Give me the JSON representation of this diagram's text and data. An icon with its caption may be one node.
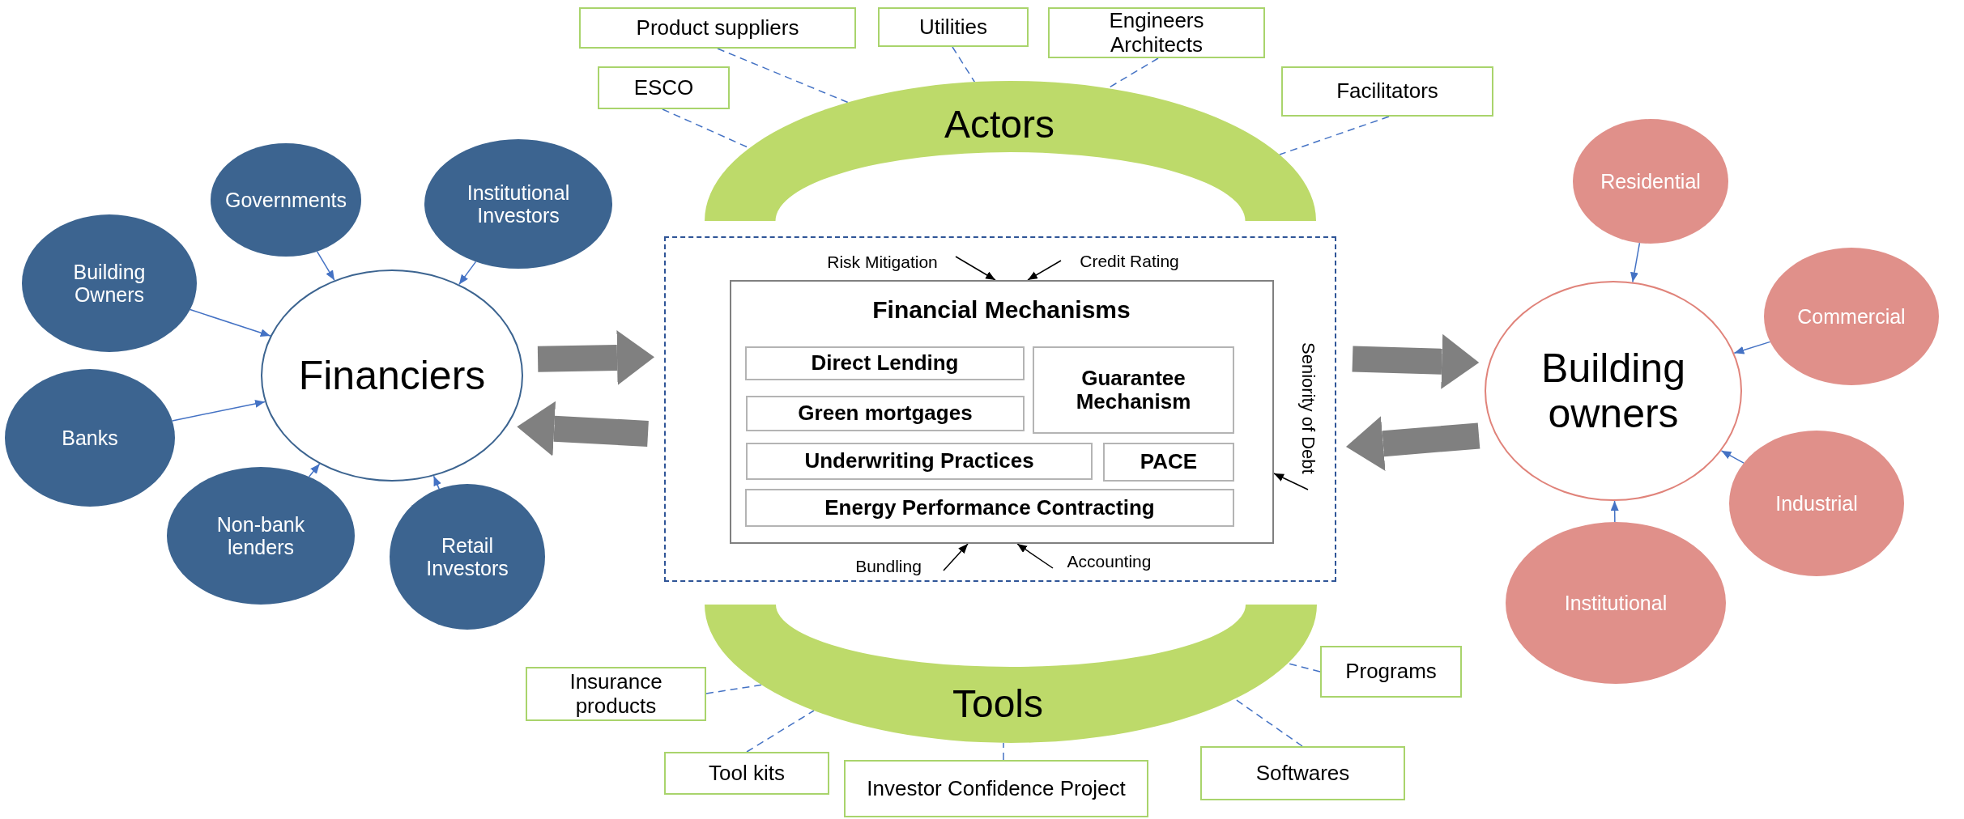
{
  "diagram": {
    "nodes": [
      {
        "text": [
          "Product suppliers"
        ]
      },
      {
        "text": [
          "Utilities"
        ]
      },
      {
        "text": [
          "Engineers Architects"
        ]
      },
      {
        "text": [
          "ESCO"
        ]
      },
      {
        "text": [
          "Facilitators"
        ]
      },
      {
        "text": [
          "Actors"
        ]
      },
      {
        "text": [
          "Governments"
        ]
      },
      {
        "text": [
          "Institutional Investors"
        ]
      },
      {
        "text": [
          "Building Owners"
        ]
      },
      {
        "text": [
          "Financiers"
        ]
      },
      {
        "text": [
          "Banks"
        ]
      },
      {
        "text": [
          "Non-bank lenders"
        ]
      },
      {
        "text": [
          "Retail Investors"
        ]
      },
      {
        "text": [
          "Residential"
        ]
      },
      {
        "text": [
          "Commercial"
        ]
      },
      {
        "text": [
          "Building owners"
        ]
      },
      {
        "text": [
          "Industrial"
        ]
      },
      {
        "text": [
          "Institutional"
        ]
      },
      {
        "text": [],
        "shape": "box"
      },
      {
        "text": [
          "Risk Mitigation"
        ],
        "in": 18
      },
      {
        "text": [
          "Credit Rating"
        ],
        "in": 18
      },
      {
        "text": [
          "Financial Mechanisms"
        ],
        "in": 18
      },
      {
        "text": [
          "Direct Lending"
        ],
        "in": 21
      },
      {
        "text": [
          "Guarantee Mechanism"
        ],
        "in": 21
      },
      {
        "text": [
          "Green mortgages"
        ],
        "in": 21
      },
      {
        "text": [
          "Underwriting Practices"
        ],
        "in": 21
      },
      {
        "text": [
          "PACE"
        ],
        "in": 21
      },
      {
        "text": [
          "Energy Performance Contracting"
        ],
        "in": 21
      },
      {
        "text": [
          "Seniority of Debt"
        ],
        "in": 18
      },
      {
        "text": [
          "Bundling"
        ],
        "in": 18
      },
      {
        "text": [
          "Accounting"
        ],
        "in": 18
      },
      {
        "text": [
          "Tools"
        ]
      },
      {
        "text": [
          "Programs"
        ]
      },
      {
        "text": [
          "Insurance products"
        ]
      },
      {
        "text": [
          "Softwares"
        ]
      },
      {
        "text": [
          "Tool kits"
        ]
      },
      {
        "text": [
          "Investor Confidence Project"
        ]
      }
    ],
    "edges": [
      {
        "from": 0,
        "to": 5,
        "arrow": "none",
        "style": "dashed"
      },
      {
        "from": 1,
        "to": 5,
        "arrow": "none",
        "style": "dashed"
      },
      {
        "from": 2,
        "to": 5,
        "arrow": "none",
        "style": "dashed"
      },
      {
        "from": 3,
        "to": 5,
        "arrow": "none",
        "style": "dashed"
      },
      {
        "from": 4,
        "to": 5,
        "arrow": "none",
        "style": "dashed"
      },
      {
        "from": 6,
        "to": 9,
        "arrow": "to"
      },
      {
        "from": 7,
        "to": 9,
        "arrow": "to"
      },
      {
        "from": 8,
        "to": 9,
        "arrow": "to"
      },
      {
        "from": 10,
        "to": 9,
        "arrow": "to"
      },
      {
        "from": 11,
        "to": 9,
        "arrow": "to"
      },
      {
        "from": 12,
        "to": 9,
        "arrow": "to"
      },
      {
        "from": 9,
        "to": 18,
        "arrow": "to",
        "style": "thick",
        "color": "#808080"
      },
      {
        "from": 18,
        "to": 9,
        "arrow": "to",
        "style": "thick",
        "color": "#808080"
      },
      {
        "from": 18,
        "to": 15,
        "arrow": "to",
        "style": "thick",
        "color": "#808080"
      },
      {
        "from": 15,
        "to": 18,
        "arrow": "to",
        "style": "thick",
        "color": "#808080"
      },
      {
        "from": 13,
        "to": 15,
        "arrow": "to"
      },
      {
        "from": 14,
        "to": 15,
        "arrow": "to"
      },
      {
        "from": 16,
        "to": 15,
        "arrow": "to"
      },
      {
        "from": 17,
        "to": 15,
        "arrow": "to"
      },
      {
        "from": 19,
        "to": 21,
        "arrow": "to",
        "color": "#000000"
      },
      {
        "from": 20,
        "to": 21,
        "arrow": "to",
        "color": "#000000"
      },
      {
        "from": 28,
        "to": 21,
        "arrow": "to",
        "color": "#000000"
      },
      {
        "from": 29,
        "to": 21,
        "arrow": "to",
        "color": "#000000"
      },
      {
        "from": 30,
        "to": 21,
        "arrow": "to",
        "color": "#000000"
      },
      {
        "from": 32,
        "to": 31,
        "arrow": "none",
        "style": "dashed"
      },
      {
        "from": 33,
        "to": 31,
        "arrow": "none",
        "style": "dashed"
      },
      {
        "from": 34,
        "to": 31,
        "arrow": "none",
        "style": "dashed"
      },
      {
        "from": 35,
        "to": 31,
        "arrow": "none",
        "style": "dashed"
      },
      {
        "from": 36,
        "to": 31,
        "arrow": "none",
        "style": "dashed"
      }
    ]
  }
}
